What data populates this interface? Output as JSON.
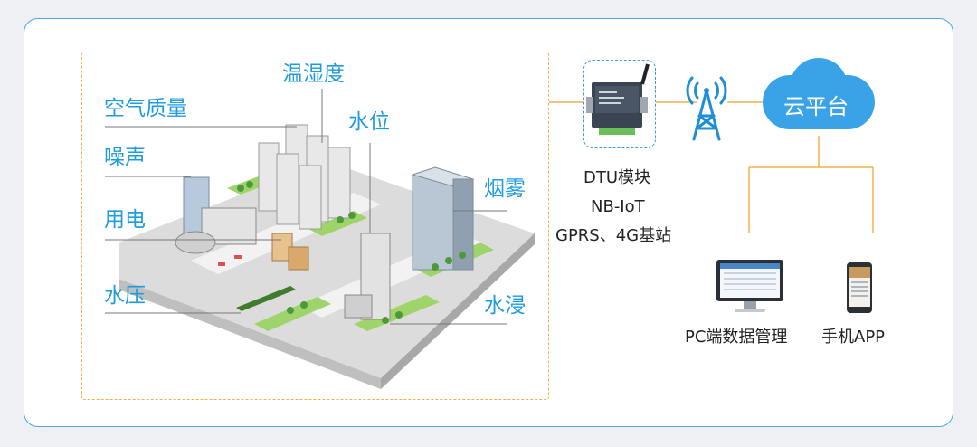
{
  "city": {
    "labels": {
      "air_quality": "空气质量",
      "temp_humidity": "温湿度",
      "water_level": "水位",
      "noise": "噪声",
      "smoke": "烟雾",
      "electricity": "用电",
      "water_pressure": "水压",
      "flooding": "水浸"
    }
  },
  "gateway": {
    "line1": "DTU模块",
    "line2": "NB-IoT",
    "line3": "GPRS、4G基站"
  },
  "cloud": {
    "label": "云平台"
  },
  "clients": {
    "pc_label": "PC端数据管理",
    "phone_label": "手机APP"
  },
  "colors": {
    "label_blue": "#1f9be0",
    "frame_blue": "#4aa8e0",
    "dashed_orange": "#f0b04a",
    "connector_orange": "#f4b04a",
    "cloud_blue": "#3aa3e8"
  }
}
